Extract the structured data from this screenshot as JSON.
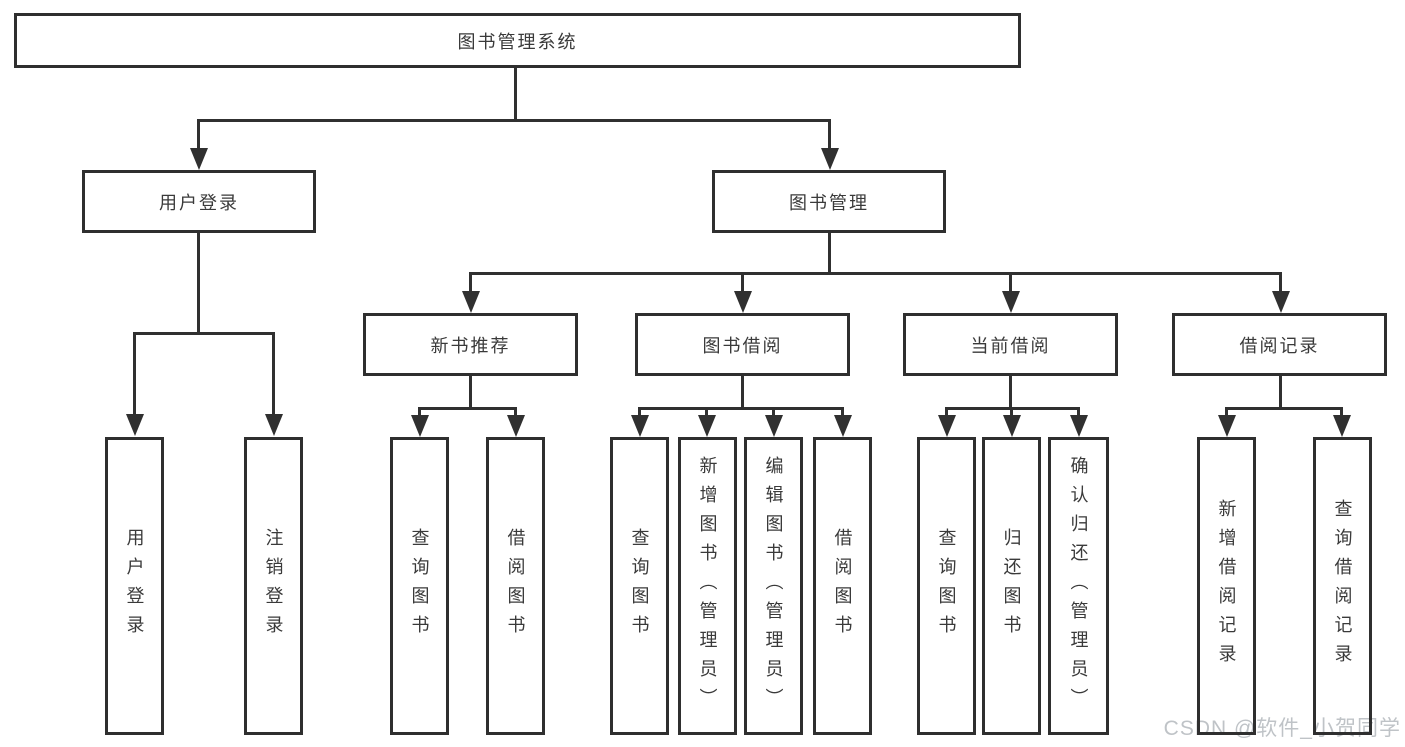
{
  "diagram": {
    "root": {
      "label": "图书管理系统"
    },
    "branches": [
      {
        "label": "用户登录",
        "children": [
          {
            "label": "用户登录"
          },
          {
            "label": "注销登录"
          }
        ]
      },
      {
        "label": "图书管理",
        "children": [
          {
            "label": "新书推荐",
            "children": [
              {
                "label": "查询图书"
              },
              {
                "label": "借阅图书"
              }
            ]
          },
          {
            "label": "图书借阅",
            "children": [
              {
                "label": "查询图书"
              },
              {
                "label": "新增图书（管理员）"
              },
              {
                "label": "编辑图书（管理员）"
              },
              {
                "label": "借阅图书"
              }
            ]
          },
          {
            "label": "当前借阅",
            "children": [
              {
                "label": "查询图书"
              },
              {
                "label": "归还图书"
              },
              {
                "label": "确认归还（管理员）"
              }
            ]
          },
          {
            "label": "借阅记录",
            "children": [
              {
                "label": "新增借阅记录"
              },
              {
                "label": "查询借阅记录"
              }
            ]
          }
        ]
      }
    ]
  },
  "watermark": {
    "text": "CSDN @软件_小贺同学"
  },
  "colors": {
    "line": "#303030",
    "box_border": "#2f2f2f",
    "text": "#3a3a3a",
    "watermark": "#bfc3c7",
    "background": "#ffffff"
  }
}
